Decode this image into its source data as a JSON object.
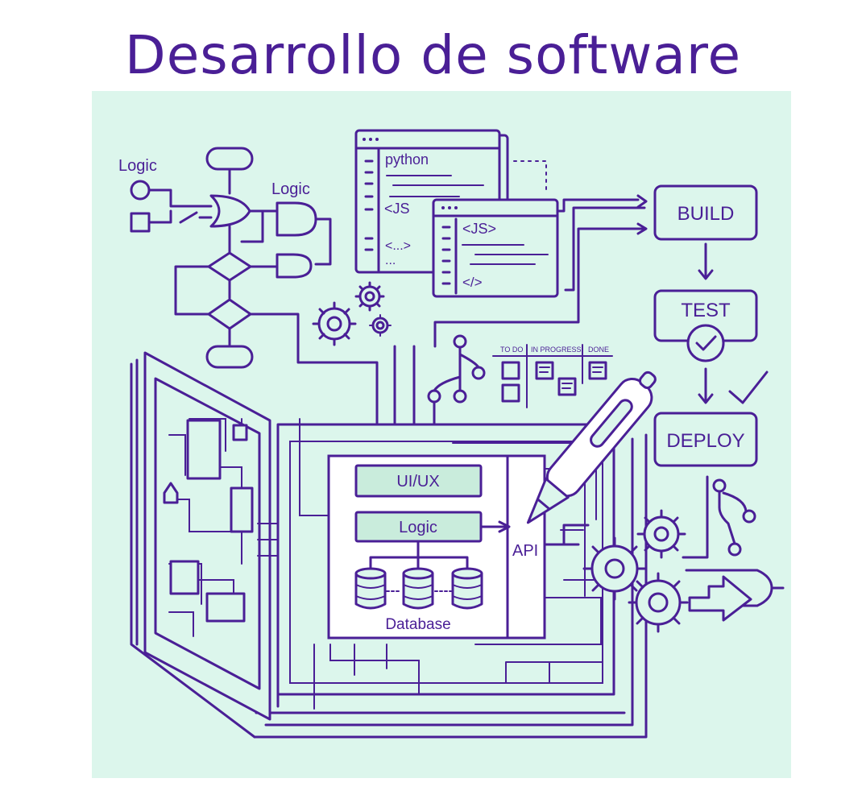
{
  "title": "Desarrollo de software",
  "logic_labels": {
    "left": "Logic",
    "right": "Logic"
  },
  "code_windows": {
    "back": {
      "lang": "python",
      "line_js": "<JS",
      "line_tag": "<...>",
      "line_dots": "..."
    },
    "front": {
      "line_js": "<JS>",
      "line_close": "</>"
    }
  },
  "pipeline": {
    "build": "BUILD",
    "test": "TEST",
    "deploy": "DEPLOY"
  },
  "kanban": {
    "todo": "TO DO",
    "in_progress": "IN PROGRESS",
    "done": "DONE"
  },
  "architecture": {
    "ui": "UI/UX",
    "logic": "Logic",
    "database": "Database",
    "api": "API"
  },
  "colors": {
    "ink": "#4a1f96",
    "panel": "#dcf6ec",
    "accent_light": "#c9ecdc"
  }
}
